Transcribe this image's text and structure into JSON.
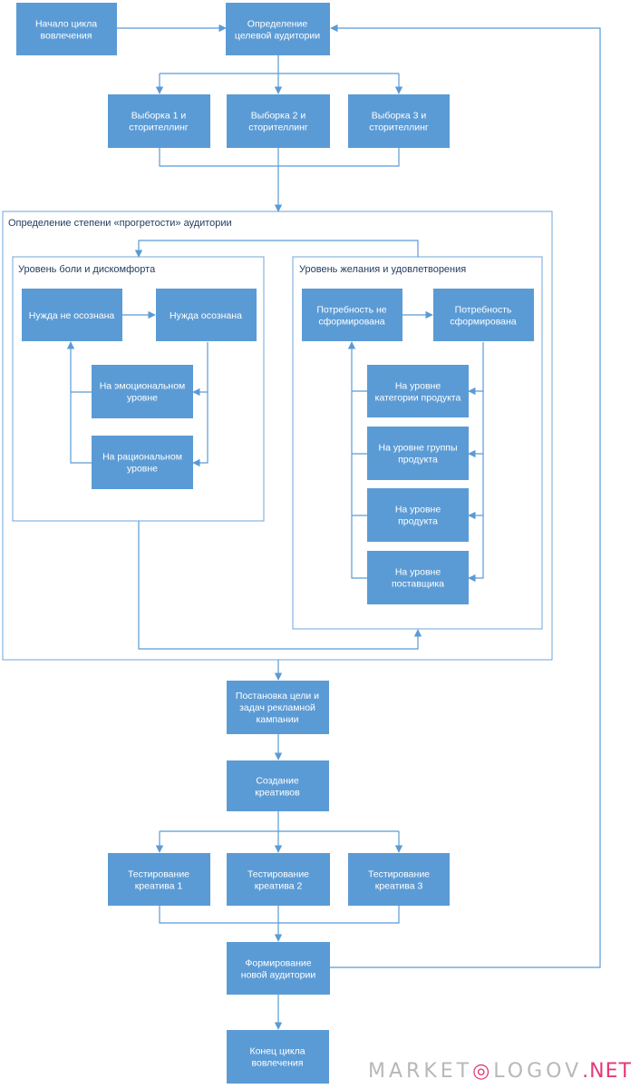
{
  "boxes": {
    "start": "Начало цикла\nвовлечения",
    "target_audience": "Определение\nцелевой аудитории",
    "sample1": "Выборка 1 и\nсторителлинг",
    "sample2": "Выборка 2  и\nсторителлинг",
    "sample3": "Выборка 3  и\nсторителлинг",
    "need_unaware": "Нужда не осознана",
    "need_aware": "Нужда осознана",
    "emotional": "На эмоциональном\nуровне",
    "rational": "На рациональном\nуровне",
    "demand_unformed": "Потребность не\nсформирована",
    "demand_formed": "Потребность\nсформирована",
    "category_level": "На уровне\nкатегории продукта",
    "group_level": "На уровне группы\nпродукта",
    "product_level": "На уровне\nпродукта",
    "supplier_level": "На уровне\nпоставщика",
    "campaign_goals": "Постановка цели и\nзадач рекламной\nкампании",
    "creatives": "Создание\nкреативов",
    "test1": "Тестирование\nкреатива 1",
    "test2": "Тестирование\nкреатива 2",
    "test3": "Тестирование\nкреатива 3",
    "new_audience": "Формирование\nновой аудитории",
    "end": "Конец цикла\nвовлечения"
  },
  "frames": {
    "warmth": "Определение степени «прогретости» аудитории",
    "pain": "Уровень боли и дискомфорта",
    "desire": "Уровень желания и удовлетворения"
  },
  "watermark": {
    "left": "MARKET",
    "o": "◎",
    "right": "LOGOV",
    "net": ".NET"
  },
  "colors": {
    "box": "#5b9bd5",
    "line": "#5b9bd5",
    "frame": "#6fa4d8"
  }
}
